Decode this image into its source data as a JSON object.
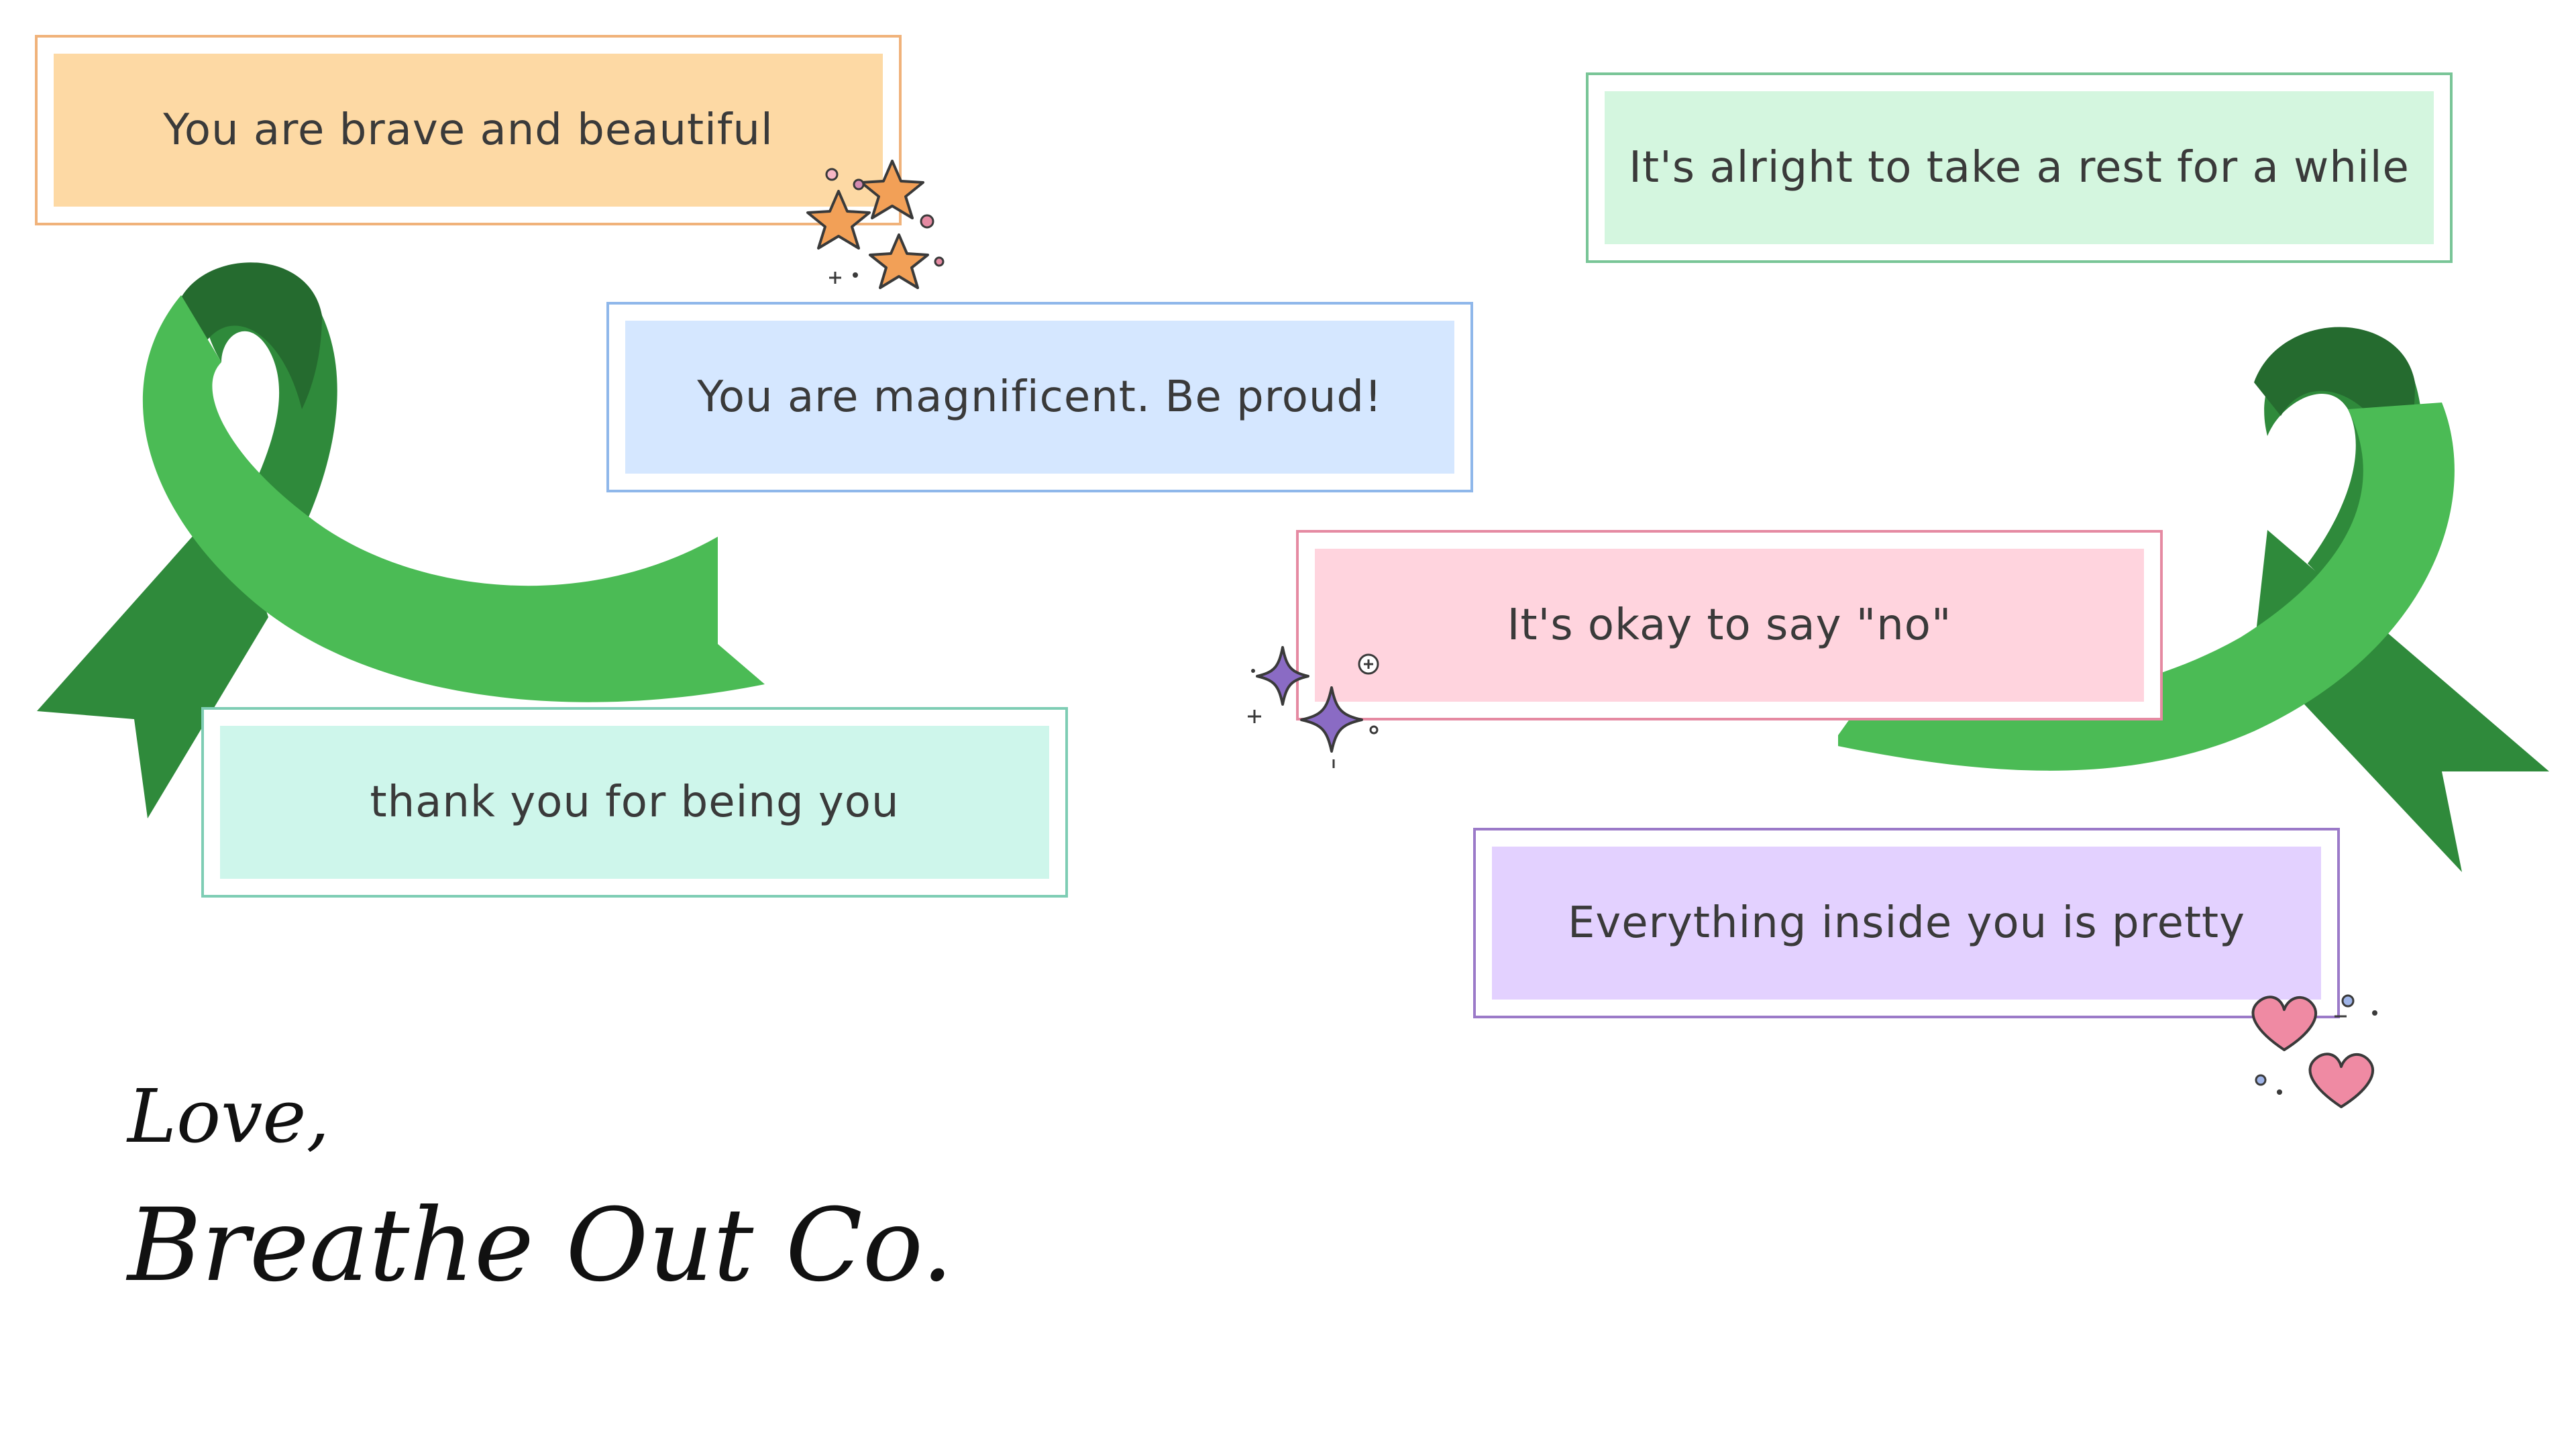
{
  "cards": [
    {
      "text": "You are brave and beautiful",
      "border": "#f0b27a",
      "fill": "#fdd9a4"
    },
    {
      "text": "It's alright to take a rest for a while",
      "border": "#79c597",
      "fill": "#d4f6df"
    },
    {
      "text": "You are magnificent. Be proud!",
      "border": "#8fb7ea",
      "fill": "#d5e7ff"
    },
    {
      "text": "It's okay to say \"no\"",
      "border": "#e58aa2",
      "fill": "#ffd4de"
    },
    {
      "text": "thank you for being you",
      "border": "#7ecdb4",
      "fill": "#cef6eb"
    },
    {
      "text": "Everything inside you is pretty",
      "border": "#9b7ac8",
      "fill": "#e3d1ff"
    }
  ],
  "signature": {
    "line1": "Love,",
    "line2": "Breathe Out Co."
  },
  "colors": {
    "ribbon_light": "#4bbb55",
    "ribbon_dark": "#2f8a3b",
    "ribbon_shadow": "#256b2f",
    "star_orange": "#f2a057",
    "sparkle_purple": "#8a6bc4",
    "heart_pink": "#ef8aa3"
  },
  "icons": [
    "awareness-ribbon-icon",
    "stars-icon",
    "sparkles-icon",
    "hearts-icon"
  ]
}
